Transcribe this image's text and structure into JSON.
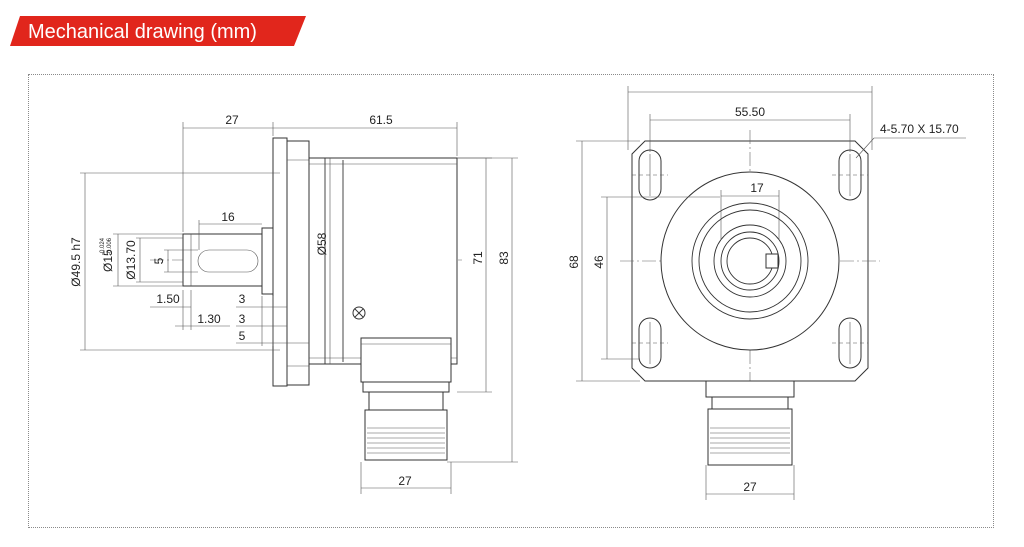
{
  "header": {
    "title": "Mechanical drawing (mm)",
    "accent_color": "#e1261c"
  },
  "side_view": {
    "dim_shaft_length": "27",
    "dim_body_length": "61.5",
    "dim_key_length": "16",
    "dim_spigot_dia": "Ø49.5 h7",
    "dim_shaft_dia": "Ø15",
    "dim_shaft_tol_upper": "-0.024",
    "dim_shaft_tol_lower": "-0.006",
    "dim_flat_dia": "Ø13.70",
    "dim_key_width": "5",
    "dim_body_dia": "Ø58",
    "dim_height_71": "71",
    "dim_height_83": "83",
    "dim_1_50": "1.50",
    "dim_1_30": "1.30",
    "dim_3a": "3",
    "dim_3b": "3",
    "dim_5": "5",
    "dim_connector": "27"
  },
  "front_view": {
    "dim_hole_spacing": "55.50",
    "dim_slots": "4-5.70 X 15.70",
    "dim_bore": "17",
    "dim_height_68": "68",
    "dim_height_46": "46",
    "dim_connector": "27"
  }
}
